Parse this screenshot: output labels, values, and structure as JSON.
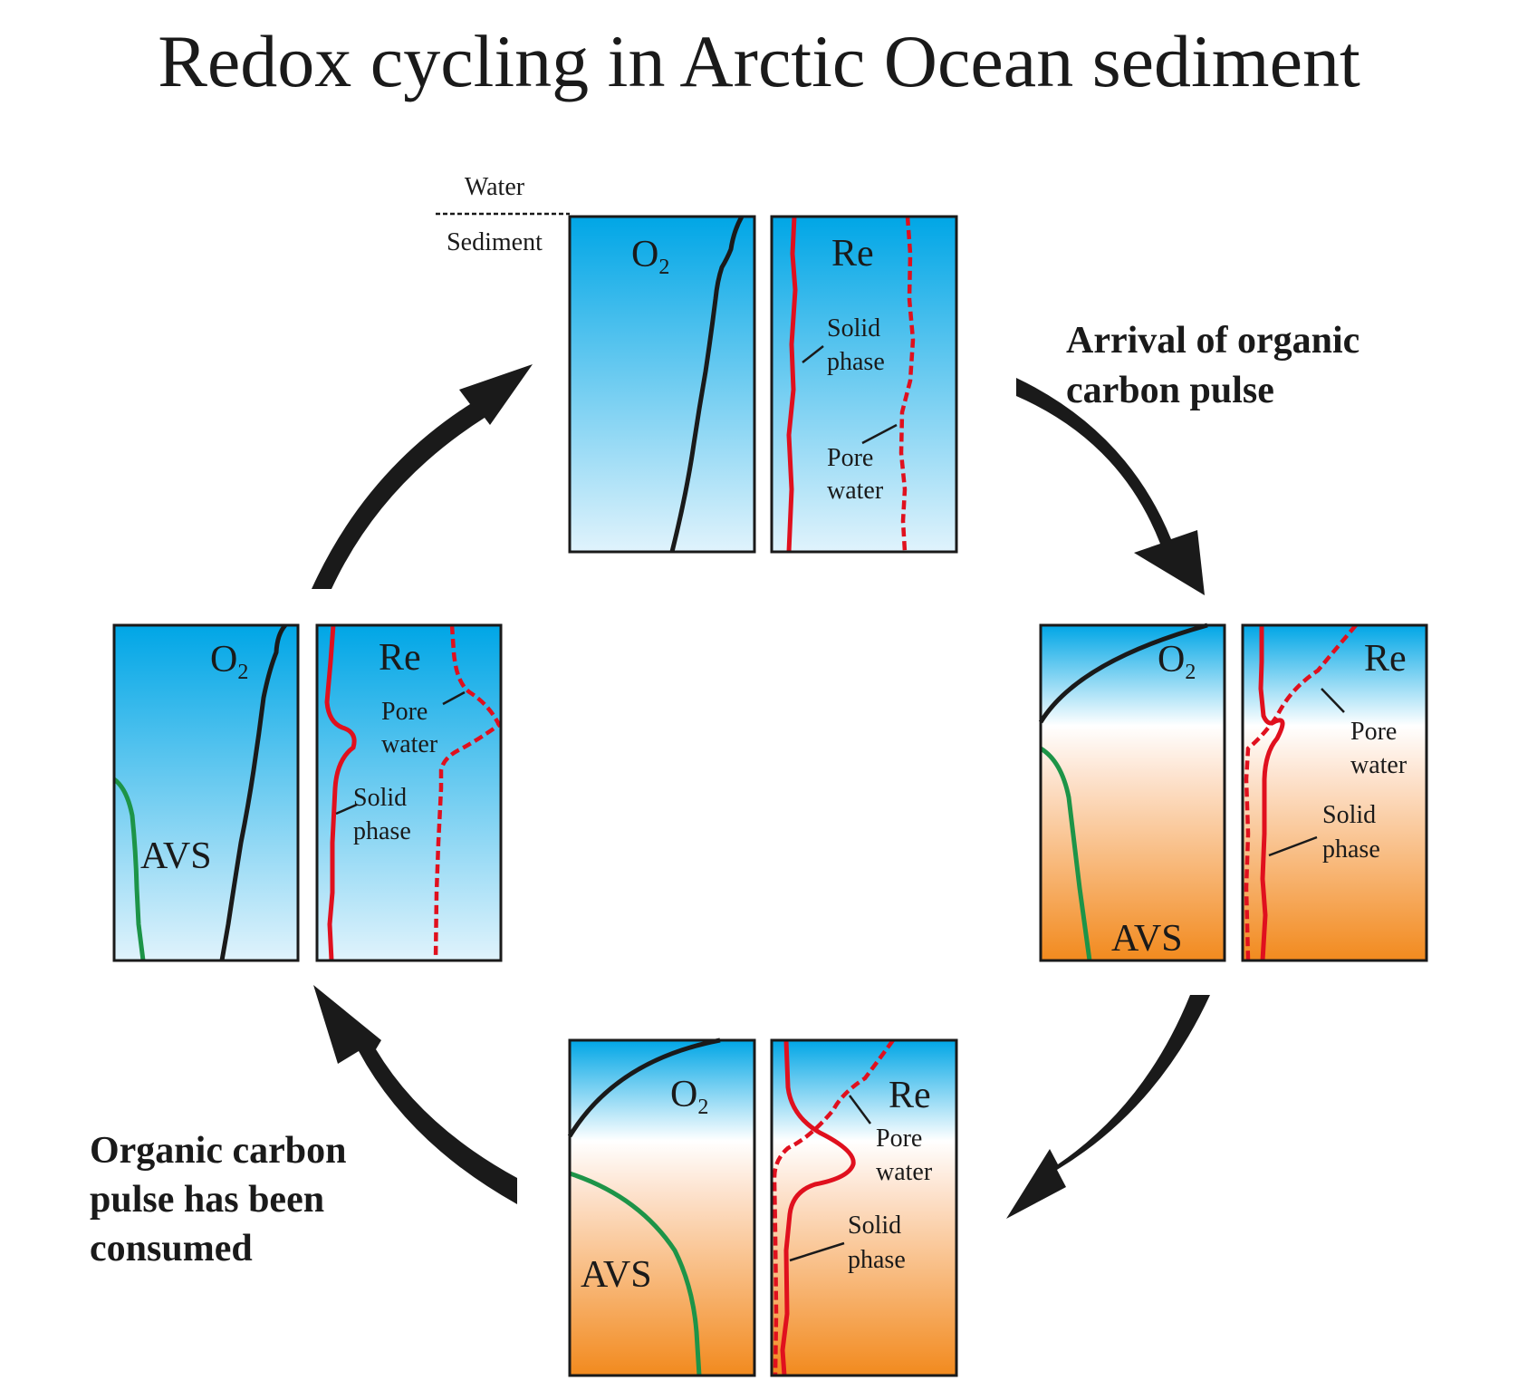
{
  "title": "Redox cycling in Arctic Ocean sediment",
  "interface": {
    "upper": "Water",
    "lower": "Sediment"
  },
  "captions": {
    "arrival": [
      "Arrival of organic",
      "carbon pulse"
    ],
    "consumed": [
      "Organic carbon",
      "pulse has been",
      "consumed"
    ]
  },
  "labels": {
    "o2": "O",
    "o2_sub": "2",
    "re": "Re",
    "avs": "AVS",
    "solid": [
      "Solid",
      "phase"
    ],
    "pore": [
      "Pore",
      "water"
    ]
  },
  "colors": {
    "oxic_blue": "#00a6e6",
    "pale_blue": "#e0f3fc",
    "suboxic_orange": "#f28a1e",
    "o2_line": "#1a1a1a",
    "avs_line": "#1d9448",
    "re_line": "#e0101e",
    "arrow": "#1a1a1a"
  }
}
